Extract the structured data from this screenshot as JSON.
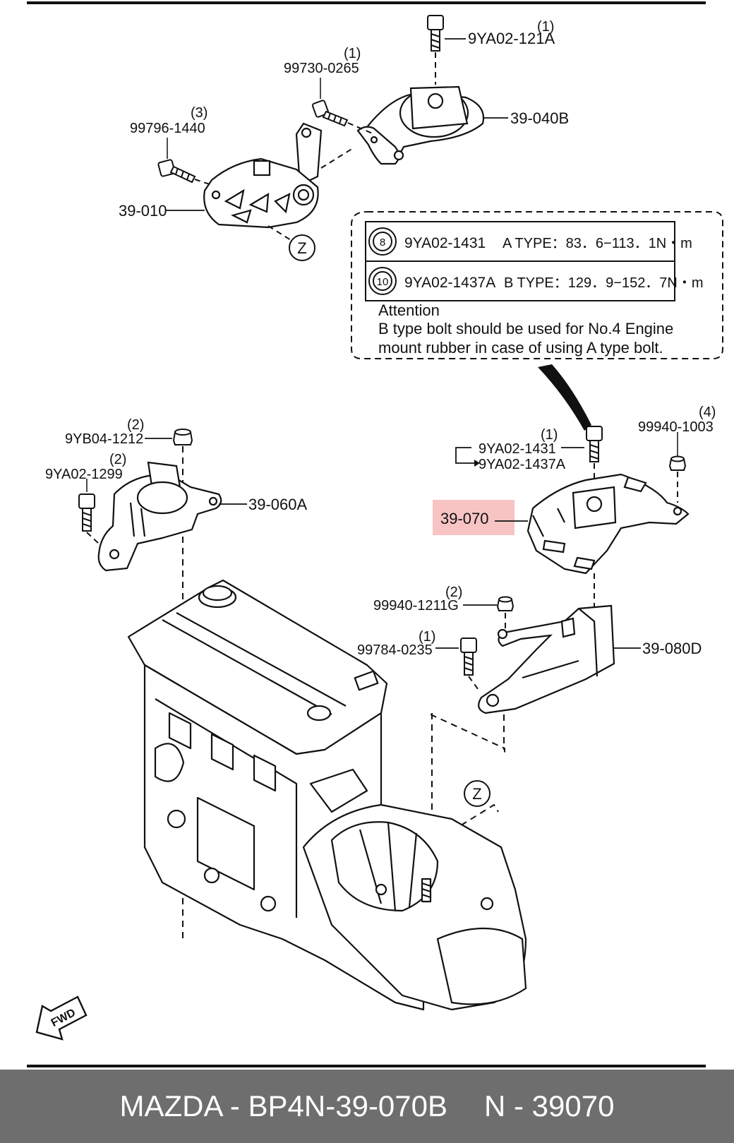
{
  "callouts": {
    "top_bolt": {
      "part": "9YA02-121A",
      "qty": "(1)"
    },
    "bracket_bolt": {
      "part": "99730-0265",
      "qty": "(1)"
    },
    "mount_040": {
      "part": "39-040B"
    },
    "left_bolt": {
      "part": "99796-1440",
      "qty": "(3)"
    },
    "bracket_010": {
      "part": "39-010"
    },
    "zone_top": {
      "label": "Z"
    },
    "nut_1212": {
      "part": "9YB04-1212",
      "qty": "(2)"
    },
    "bolt_1299": {
      "part": "9YA02-1299",
      "qty": "(2)"
    },
    "mount_060": {
      "part": "39-060A"
    },
    "bolt_1431": {
      "part": "9YA02-1431",
      "qty": "(1)"
    },
    "bolt_1437": {
      "part": "9YA02-1437A"
    },
    "nut_1003": {
      "part": "99940-1003",
      "qty": "(4)"
    },
    "mount_070": {
      "part": "39-070",
      "highlight": "#f7c3c3"
    },
    "nut_1211": {
      "part": "99940-1211G",
      "qty": "(2)"
    },
    "bolt_0235": {
      "part": "99784-0235",
      "qty": "(1)"
    },
    "bracket_080": {
      "part": "39-080D"
    },
    "zone_bottom": {
      "label": "Z"
    }
  },
  "torque_table": {
    "rows": [
      {
        "size": "8",
        "part": "9YA02-1431",
        "spec": "A TYPE：83．6−113．1N・m"
      },
      {
        "size": "10",
        "part": "9YA02-1437A",
        "spec": "B TYPE：129．9−152．7N・m"
      }
    ],
    "attention_title": "Attention",
    "attention_line1": "B type bolt should be used for No.4 Engine",
    "attention_line2": "mount rubber in case of using A type bolt."
  },
  "fwd_label": "FWD",
  "footer": {
    "left": "MAZDA - BP4N-39-070B",
    "right": "N - 39070",
    "background": "#6e6e6e"
  }
}
